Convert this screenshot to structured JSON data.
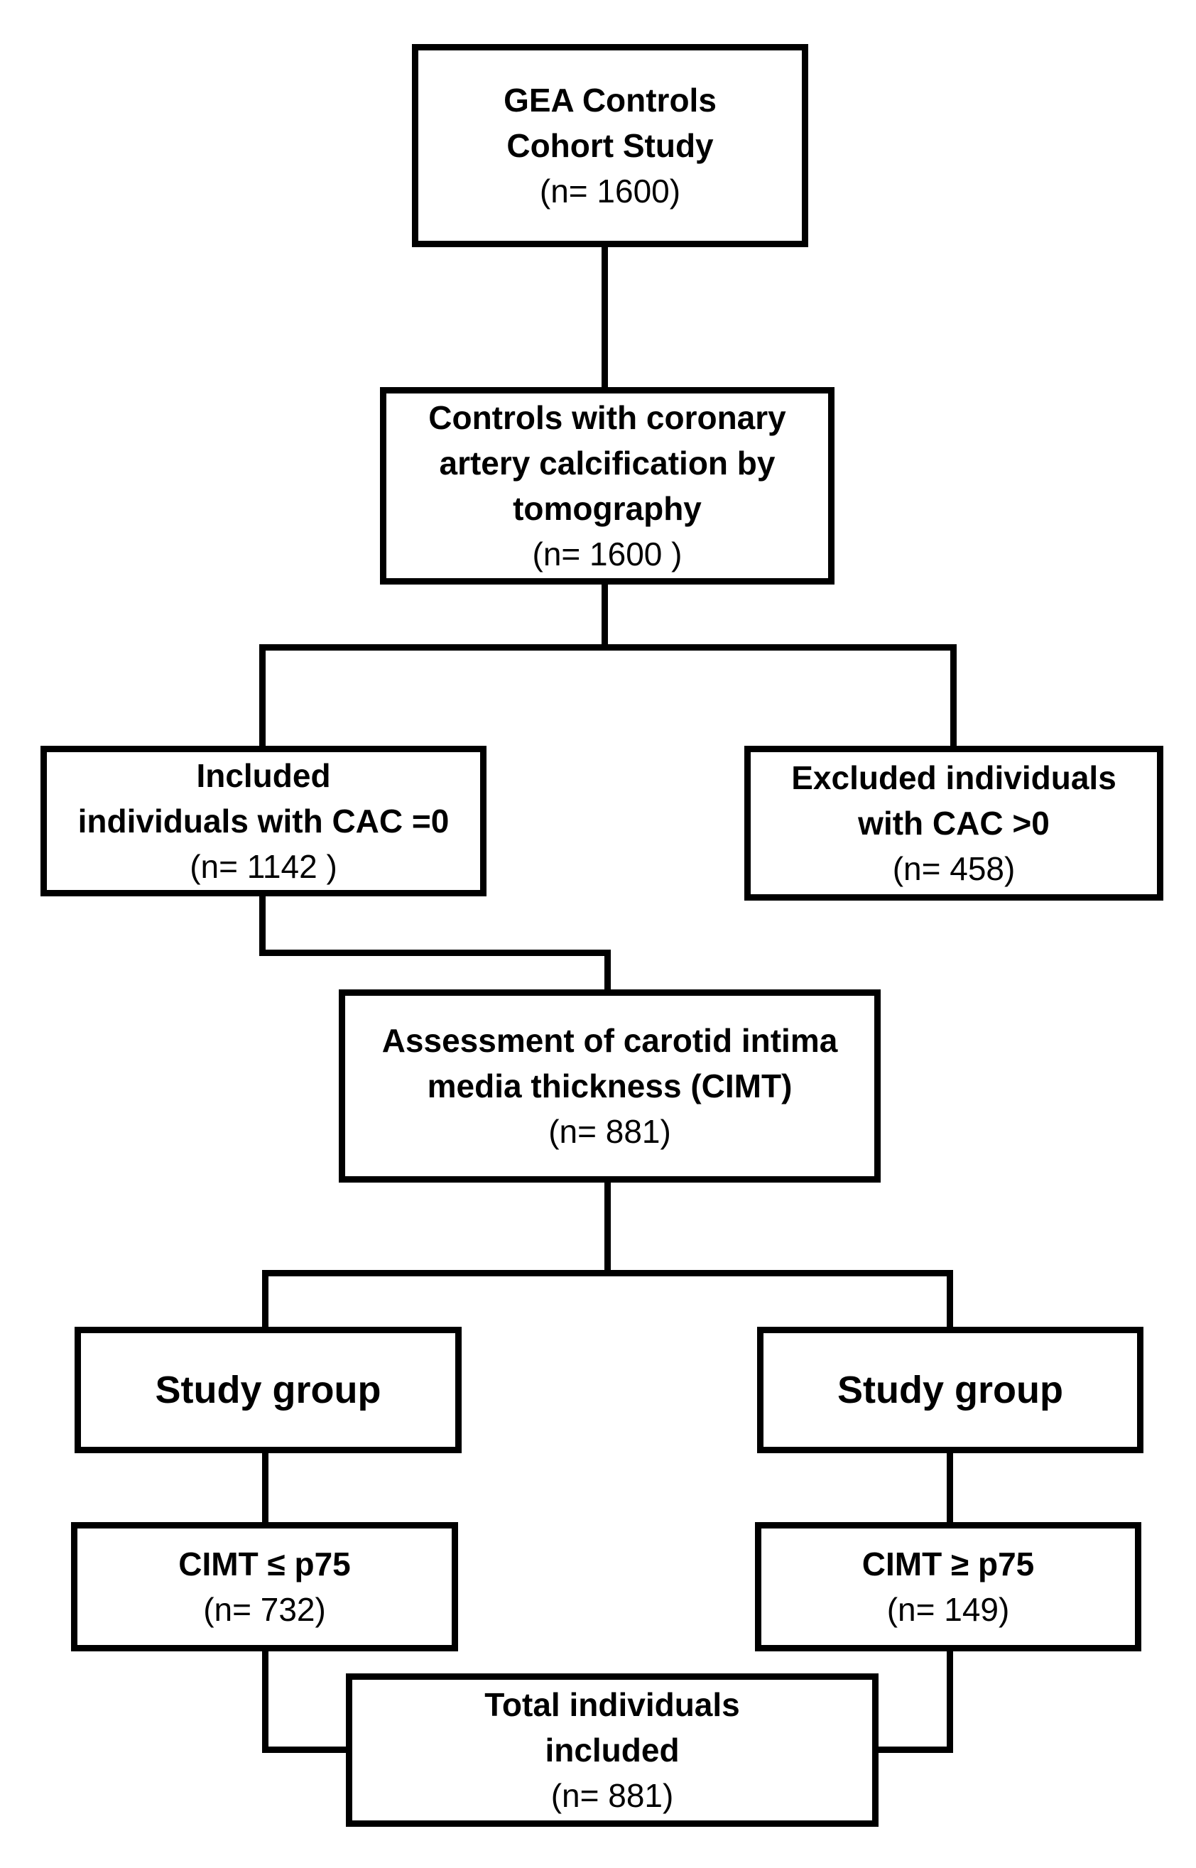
{
  "figure": {
    "type": "flow-diagram",
    "description": "Study flowchart of cohort selection",
    "colors": {
      "line": "#000000",
      "background": "#ffffff",
      "text": "#000000"
    },
    "boxes": [
      {
        "id": "gea-cohort",
        "lines": [
          "GEA Controls",
          "Cohort Study",
          "(n= 1600)"
        ]
      },
      {
        "id": "cac-tomography",
        "lines": [
          "Controls with coronary",
          "artery calcification by",
          "tomography",
          "(n= 1600 )"
        ]
      },
      {
        "id": "included-cac0",
        "lines": [
          "Included",
          "individuals with CAC =0",
          "(n= 1142 )"
        ]
      },
      {
        "id": "excluded-cac",
        "lines": [
          "Excluded individuals",
          "with CAC >0",
          "(n= 458)"
        ]
      },
      {
        "id": "cimt-assessment",
        "lines": [
          "Assessment of carotid intima",
          "media thickness (CIMT)",
          "(n= 881)"
        ]
      },
      {
        "id": "study-group-left",
        "lines": [
          "Study group"
        ]
      },
      {
        "id": "study-group-right",
        "lines": [
          "Study group"
        ]
      },
      {
        "id": "cimt-le-p75",
        "lines": [
          "CIMT ≤ p75",
          "(n= 732)"
        ]
      },
      {
        "id": "cimt-ge-p75",
        "lines": [
          "CIMT ≥ p75",
          "(n= 149)"
        ]
      },
      {
        "id": "total-included",
        "lines": [
          "Total individuals",
          "included",
          "(n= 881)"
        ]
      }
    ],
    "edges": [
      {
        "from": "gea-cohort",
        "to": "cac-tomography"
      },
      {
        "from": "cac-tomography",
        "to": "included-cac0"
      },
      {
        "from": "cac-tomography",
        "to": "excluded-cac"
      },
      {
        "from": "included-cac0",
        "to": "cimt-assessment"
      },
      {
        "from": "cimt-assessment",
        "to": "study-group-left"
      },
      {
        "from": "cimt-assessment",
        "to": "study-group-right"
      },
      {
        "from": "study-group-left",
        "to": "cimt-le-p75"
      },
      {
        "from": "study-group-right",
        "to": "cimt-ge-p75"
      },
      {
        "from": "cimt-le-p75",
        "to": "total-included"
      },
      {
        "from": "cimt-ge-p75",
        "to": "total-included"
      }
    ]
  }
}
